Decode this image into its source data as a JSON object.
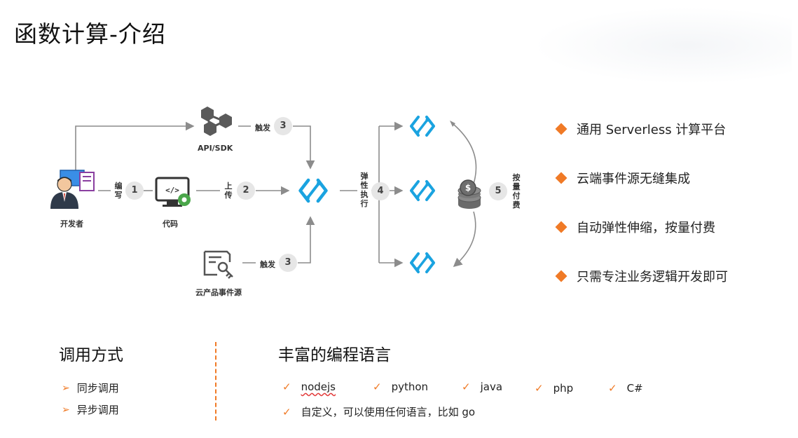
{
  "title": "函数计算-介绍",
  "diagram": {
    "developer_label": "开发者",
    "code_label": "代码",
    "api_label": "API/SDK",
    "cloud_label": "云产品事件源",
    "edge_write": "编写",
    "edge_upload": "上传",
    "edge_trigger_top": "触发",
    "edge_trigger_bottom": "触发",
    "edge_exec": "弹性执行",
    "edge_pay": "按量付费",
    "step1": "1",
    "step2": "2",
    "step3a": "3",
    "step3b": "3",
    "step4": "4",
    "step5": "5"
  },
  "features": [
    "通用 Serverless 计算平台",
    "云端事件源无缝集成",
    "自动弹性伸缩，按量付费",
    "只需专注业务逻辑开发即可"
  ],
  "invocation": {
    "title": "调用方式",
    "items": [
      "同步调用",
      "异步调用"
    ]
  },
  "languages": {
    "title": "丰富的编程语言",
    "items": [
      "nodejs",
      "python",
      "java",
      "php",
      "C#"
    ],
    "custom": "自定义，可以使用任何语言，比如 go"
  },
  "colors": {
    "accent": "#f07a26",
    "fc_blue": "#1aa3e0",
    "line": "#8c8c8c"
  }
}
